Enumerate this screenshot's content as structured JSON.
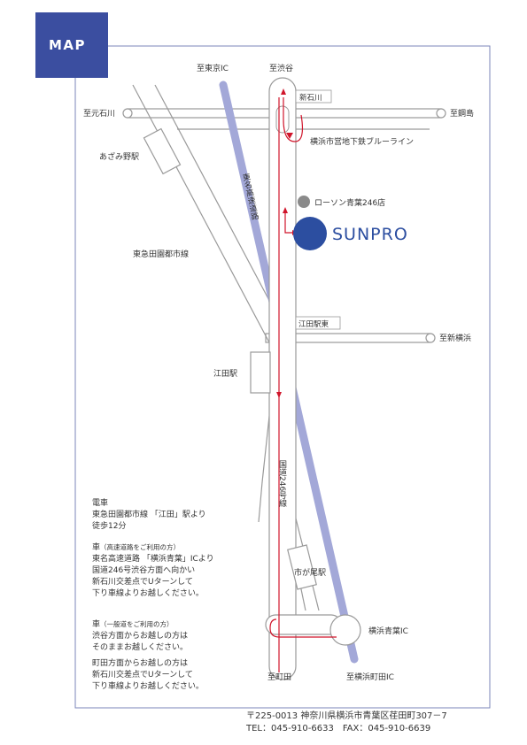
{
  "header": {
    "badge": "MAP"
  },
  "destinations": {
    "tokyo_ic": "至東京IC",
    "shibuya": "至渋谷",
    "motoishikawa": "至元石川",
    "tsunashima": "至鋼島",
    "shinyokohama": "至新横浜",
    "machida": "至町田",
    "yokohama_machida_ic": "至横浜町田IC"
  },
  "intersections": {
    "shin_ishikawa": "新石川",
    "eda_eki_higashi": "江田駅東"
  },
  "stations": {
    "azamino": "あざみ野駅",
    "eda": "江田駅",
    "ichigao": "市が尾駅"
  },
  "lines": {
    "blue_line": "横浜市営地下鉄ブルーライン",
    "denentoshi": "東急田園都市線",
    "tomei_expressway": "東名高速道路",
    "route246": "国道246号線"
  },
  "landmarks": {
    "lawson": "ローソン青葉246店",
    "brand": "SUNPRO",
    "yokohama_aoba_ic": "横浜青葉IC"
  },
  "directions": {
    "train": {
      "title": "電車",
      "lines": [
        "東急田園都市線 「江田」駅より",
        "徒歩12分"
      ]
    },
    "car_expressway": {
      "title": "車",
      "note": "（高速道路をご利用の方）",
      "lines": [
        "東名高速道路 「横浜青葉」ICより",
        "国道246号渋谷方面へ向かい",
        "新石川交差点でUターンして",
        "下り車線よりお越しください。"
      ]
    },
    "car_local": {
      "title": "車",
      "note": "（一般道をご利用の方）",
      "lines": [
        "渋谷方面からお越しの方は",
        "そのままお越しください。"
      ]
    },
    "car_machida": {
      "lines": [
        "町田方面からお越しの方は",
        "新石川交差点でUターンして",
        "下り車線よりお越しください。"
      ]
    }
  },
  "footer": {
    "address": "〒225-0013 神奈川県横浜市青葉区荏田町307－7",
    "contact": "TEL：045-910-6633　FAX：045-910-6639"
  },
  "colors": {
    "brand_blue": "#2c4ea0",
    "badge_bg": "#3b4ea0",
    "expressway": "#a3a8d8",
    "route_red": "#d0152b",
    "road_gray": "#9a9a9a",
    "lawson_dot": "#8a8a8a"
  }
}
